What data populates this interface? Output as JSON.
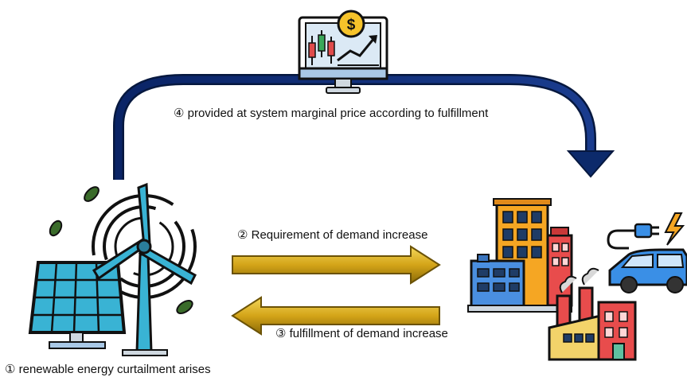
{
  "labels": {
    "step1": "① renewable energy curtailment arises",
    "step2": "② Requirement of demand increase",
    "step3": "③ fulfillment of demand increase",
    "step4": "④ provided at system marginal price according to fulfillment"
  },
  "icons": {
    "market": "trading-monitor-icon",
    "source": "solar-wind-plant-icon",
    "demand": "city-factory-ev-icon",
    "currency": "dollar-coin-icon",
    "plug": "plug-icon",
    "bolt": "lightning-icon"
  },
  "colors": {
    "curve_arrow": "#0c2a6b",
    "gold_arrow": "#c99f12",
    "outline": "#111111"
  }
}
